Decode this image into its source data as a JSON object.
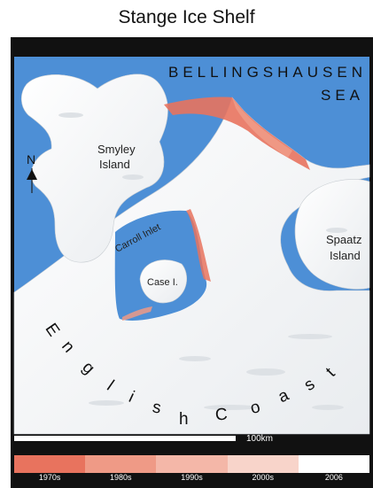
{
  "title": "Stange Ice Shelf",
  "labels": {
    "sea_line1": "BELLINGSHAUSEN",
    "sea_line2": "SEA",
    "smyley_line1": "Smyley",
    "smyley_line2": "Island",
    "spaatz_line1": "Spaatz",
    "spaatz_line2": "Island",
    "carroll": "Carroll Inlet",
    "case": "Case I.",
    "north": "N"
  },
  "english_coast_letters": [
    "E",
    "n",
    "g",
    "l",
    "i",
    "s",
    "h",
    "C",
    "o",
    "a",
    "s",
    "t"
  ],
  "scale": {
    "label": "100km"
  },
  "legend": [
    {
      "label": "1970s",
      "color": "#e8735e"
    },
    {
      "label": "1980s",
      "color": "#ef9a86"
    },
    {
      "label": "1990s",
      "color": "#f4b7a8"
    },
    {
      "label": "2000s",
      "color": "#f8d4ca"
    },
    {
      "label": "2006",
      "color": "#ffffff"
    }
  ],
  "colors": {
    "sea": "#4d8fd6",
    "ice": "#f6f7f8",
    "frame": "#111111",
    "retreat_1970s": "#e8735e",
    "retreat_1980s": "#ef9a86"
  },
  "icons": [
    "north-arrow-icon"
  ]
}
